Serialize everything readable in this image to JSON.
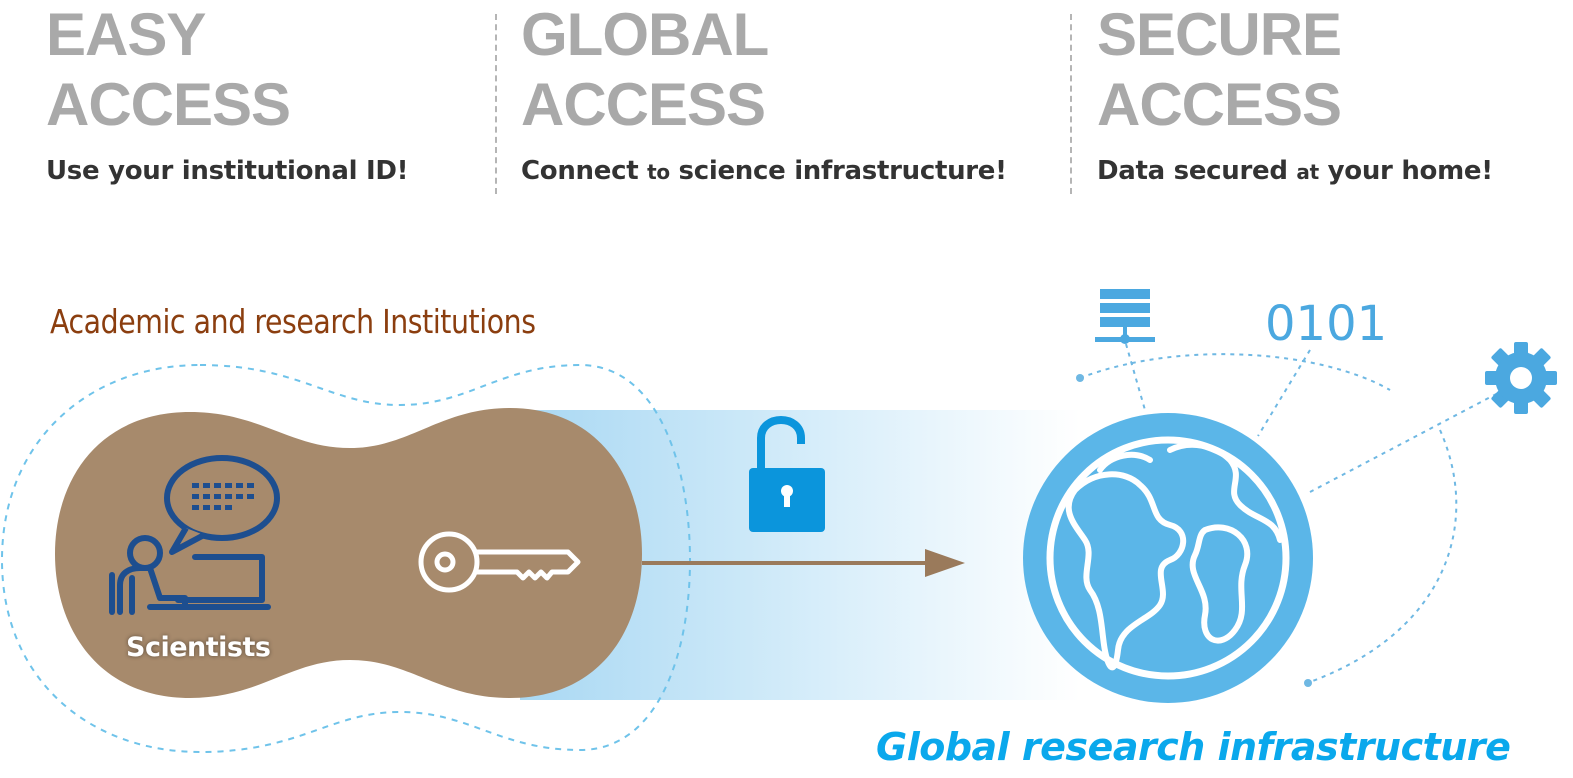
{
  "pillars": [
    {
      "line1": "EASY",
      "line2": "ACCESS",
      "subtitle_parts": [
        "Use your institutional ID!"
      ]
    },
    {
      "line1": "GLOBAL",
      "line2": "ACCESS",
      "subtitle_parts": [
        "Connect ",
        "to",
        " science infrastructure!"
      ]
    },
    {
      "line1": "SECURE",
      "line2": "ACCESS",
      "subtitle_parts": [
        "Data secured ",
        "at",
        " your home!"
      ]
    }
  ],
  "institutions_label": "Academic and research Institutions",
  "scientists_label": "Scientists",
  "binary_label": "0101",
  "infrastructure_label": "Global research infrastructure",
  "icons": [
    "person-with-laptop-icon",
    "speech-bubble-icon",
    "key-icon",
    "unlocked-padlock-icon",
    "server-icon",
    "gear-icon",
    "globe-icon",
    "arrow-icon"
  ],
  "colors": {
    "pillar_title": "#a9a9a9",
    "institutions_text": "#8b3e0f",
    "blob_fill": "#a78a6c",
    "icon_blue": "#1d4e8f",
    "padlock_blue": "#0b95dc",
    "globe_blue": "#5bb6e8",
    "infrastructure_text": "#0aa8ec"
  }
}
